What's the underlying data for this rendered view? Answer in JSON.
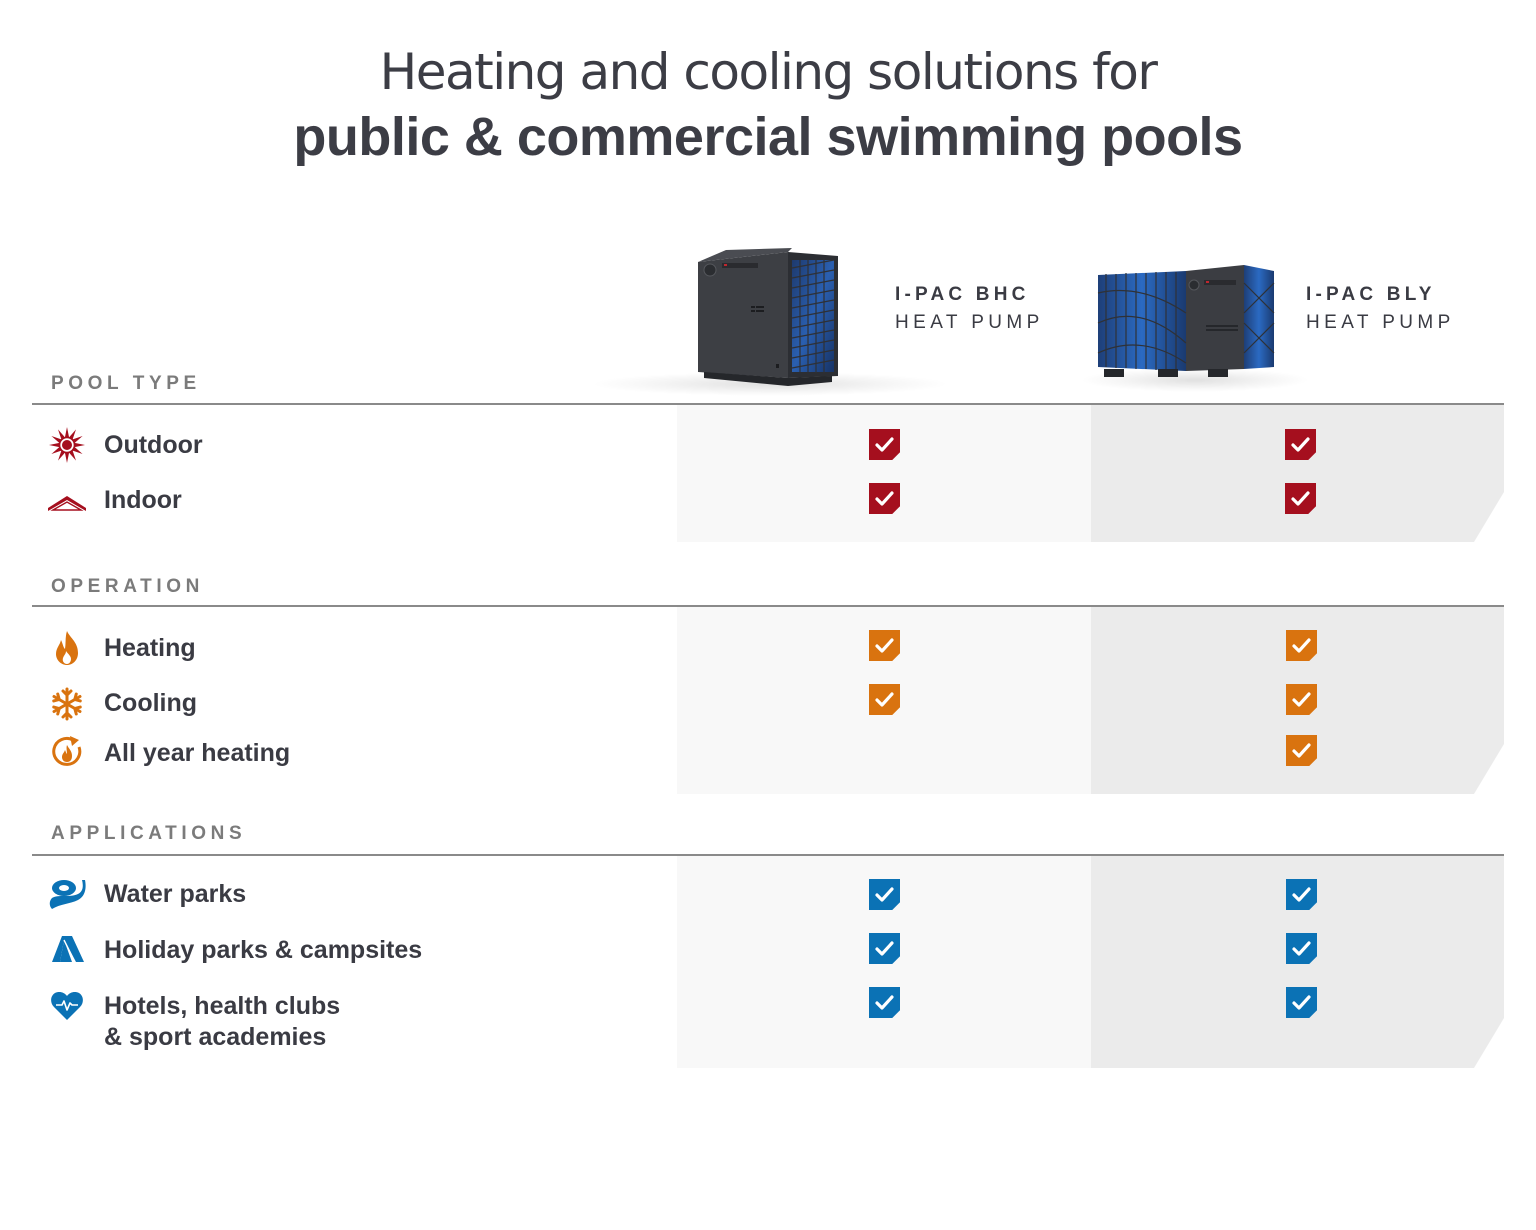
{
  "header": {
    "title_line1": "Heating and cooling solutions for",
    "title_line2": "public & commercial swimming pools"
  },
  "products": [
    {
      "name": "I-PAC BHC",
      "subtitle": "HEAT PUMP",
      "image": "heat-pump-vertical-unit"
    },
    {
      "name": "I-PAC BLY",
      "subtitle": "HEAT PUMP",
      "image": "heat-pump-horizontal-unit"
    }
  ],
  "colors": {
    "pool_type": "#a50f1e",
    "operation": "#d9730f",
    "applications": "#0b72b5",
    "column1_bg": "#f8f8f8",
    "column2_bg": "#ebebeb",
    "text": "#3a3b43",
    "section_label": "#7b7b7b"
  },
  "sections": [
    {
      "label": "POOL TYPE",
      "rows": [
        {
          "icon": "sun-icon",
          "label": "Outdoor",
          "bhc": true,
          "bly": true
        },
        {
          "icon": "roof-icon",
          "label": "Indoor",
          "bhc": true,
          "bly": true
        }
      ]
    },
    {
      "label": "OPERATION",
      "rows": [
        {
          "icon": "flame-icon",
          "label": "Heating",
          "bhc": true,
          "bly": true
        },
        {
          "icon": "snowflake-icon",
          "label": "Cooling",
          "bhc": true,
          "bly": true
        },
        {
          "icon": "cycle-flame-icon",
          "label": "All year heating",
          "bhc": false,
          "bly": true
        }
      ]
    },
    {
      "label": "APPLICATIONS",
      "rows": [
        {
          "icon": "water-slide-icon",
          "label": "Water parks",
          "bhc": true,
          "bly": true
        },
        {
          "icon": "tent-icon",
          "label": "Holiday parks & campsites",
          "bhc": true,
          "bly": true
        },
        {
          "icon": "heart-pulse-icon",
          "label_line1": "Hotels, health clubs",
          "label_line2": "& sport academies",
          "bhc": true,
          "bly": true
        }
      ]
    }
  ]
}
